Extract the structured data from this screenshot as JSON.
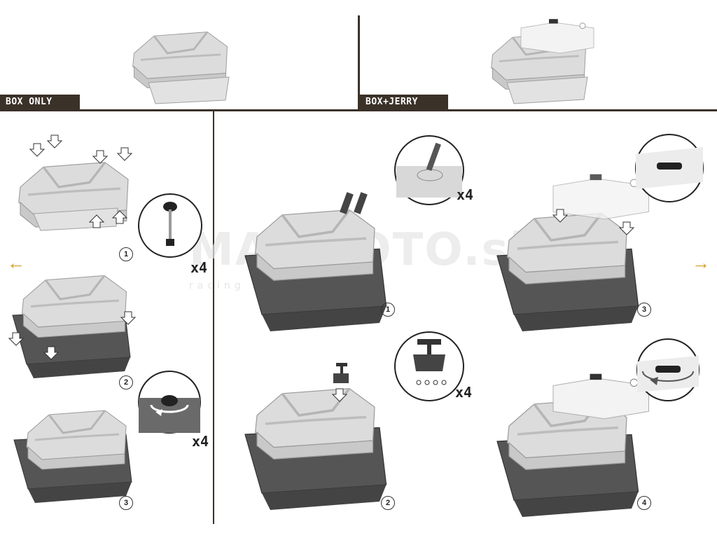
{
  "sections": {
    "box_only": {
      "label": "BOX ONLY"
    },
    "box_jerry": {
      "label": "BOX+JERRY CANS"
    }
  },
  "left_steps": [
    {
      "num": "1",
      "mult": "x4"
    },
    {
      "num": "2"
    },
    {
      "num": "3",
      "mult": "x4"
    }
  ],
  "right_steps": [
    {
      "num": "1",
      "mult": "x4"
    },
    {
      "num": "2",
      "mult": "x4"
    },
    {
      "num": "3"
    },
    {
      "num": "4"
    }
  ],
  "watermark": {
    "main": "MAXMOTO.sk",
    "sub": "racing shop"
  },
  "nav": {
    "prev": "←",
    "next": "→"
  },
  "colors": {
    "accent": "#d79a1d",
    "bar": "#3a3128"
  }
}
